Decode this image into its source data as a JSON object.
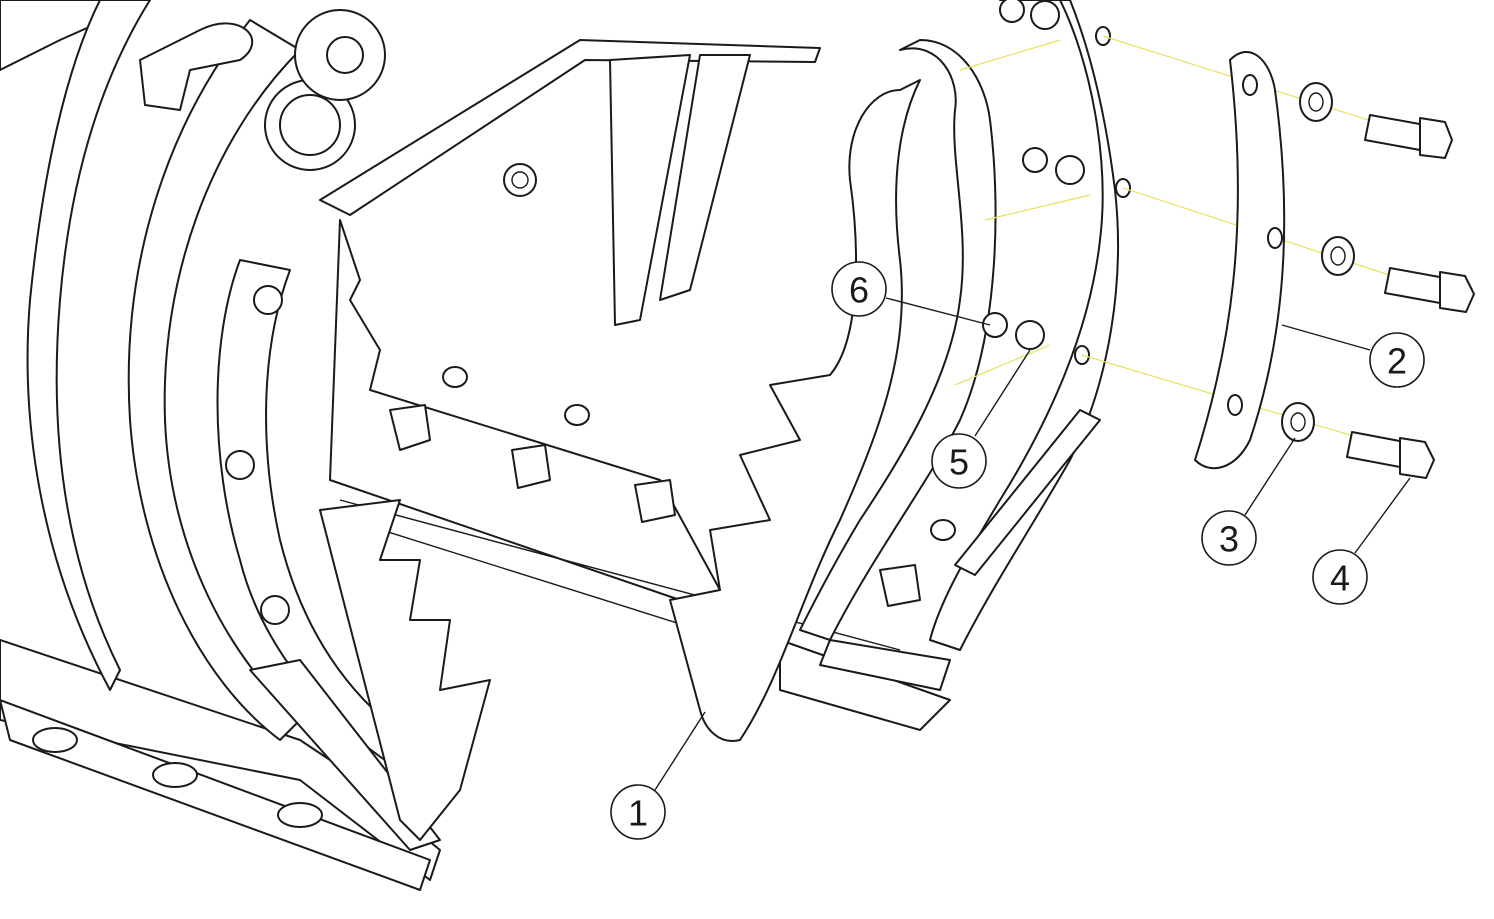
{
  "diagram": {
    "type": "exploded-parts-view",
    "line_color": "#1a1a1a",
    "guide_color": "#e8e060",
    "callouts": [
      {
        "label": "1"
      },
      {
        "label": "2"
      },
      {
        "label": "3"
      },
      {
        "label": "4"
      },
      {
        "label": "5"
      },
      {
        "label": "6"
      }
    ]
  }
}
